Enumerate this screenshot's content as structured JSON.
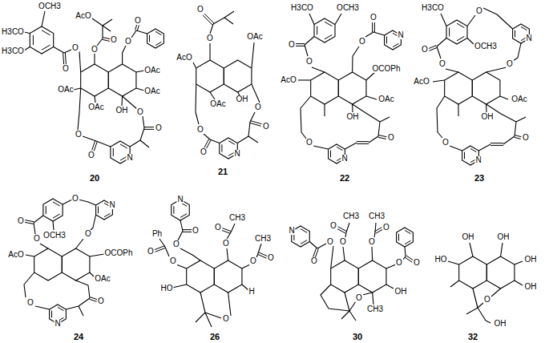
{
  "diagram": {
    "labels": [
      "OCH3",
      "H3CO",
      "H3CO",
      "O",
      "O",
      "O",
      "O",
      "AcO",
      "O",
      "O",
      "OAc",
      "OAc",
      "OH",
      "OAc",
      "OAc",
      "O",
      "O",
      "O",
      "O",
      "N",
      "20",
      "O",
      "O",
      "OAc",
      "AcO",
      "OAc",
      "OH",
      "O",
      "O",
      "O",
      "O",
      "N",
      "21",
      "H3CO",
      "OCH3",
      "O",
      "O",
      "O",
      "O",
      "N",
      "AcO",
      "OCOPh",
      "OAc",
      "OH",
      "O",
      "N",
      "O",
      "22",
      "H3CO",
      "O",
      "OCH3",
      "N",
      "O",
      "O",
      "O",
      "AcO",
      "OAc",
      "OH",
      "O",
      "N",
      "O",
      "23",
      "O",
      "N",
      "OCH3",
      "O",
      "O",
      "O",
      "AcO",
      "OCOPh",
      "OAc",
      "O",
      "O",
      "N",
      "24",
      "N",
      "O",
      "O",
      "O",
      "Ph",
      "O",
      "O",
      "O",
      "CH3",
      "O",
      "O",
      "CH3",
      "HO",
      "O",
      "H",
      "26",
      "N",
      "O",
      "O",
      "O",
      "O",
      "CH3",
      "O",
      "O",
      "CH3",
      "O",
      "O",
      "OH",
      "CH3",
      "O",
      "30",
      "OH",
      "OH",
      "HO",
      "OH",
      "OH",
      "O",
      "OH",
      "32"
    ]
  }
}
